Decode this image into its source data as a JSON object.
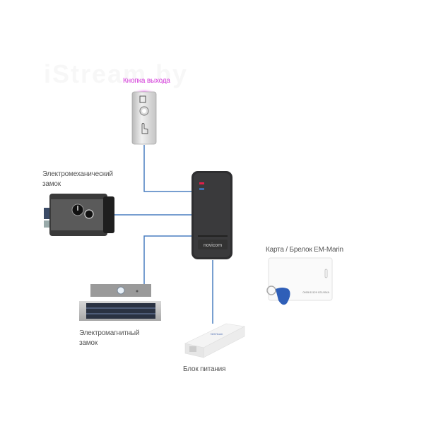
{
  "watermark": "iStream.by",
  "colors": {
    "line": "#4a7fc0",
    "accent_label": "#d63adc",
    "label": "#555555",
    "reader_body": "#2e2e30",
    "led_red": "#e0204a",
    "led_blue": "#3d6fb0",
    "keyfob": "#2f5fb8"
  },
  "devices": {
    "exit_button": {
      "label": "Кнопка выхода",
      "icon": "exit-button-icon"
    },
    "electromechanical_lock": {
      "label_line1": "Электромеханический",
      "label_line2": "замок",
      "icon": "electromechanical-lock-icon"
    },
    "reader": {
      "brand": "novicom",
      "icon": "card-reader-icon"
    },
    "electromagnetic_lock": {
      "label_line1": "Электромагнитный",
      "label_line2": "замок",
      "icon": "electromagnetic-lock-icon"
    },
    "power_supply": {
      "label": "Блок питания",
      "icon": "power-supply-icon"
    },
    "card_keyfob": {
      "label": "Карта / Брелок EM-Marin",
      "card_number": "0005/11129 021/05/A",
      "icon": "card-keyfob-icon"
    }
  }
}
